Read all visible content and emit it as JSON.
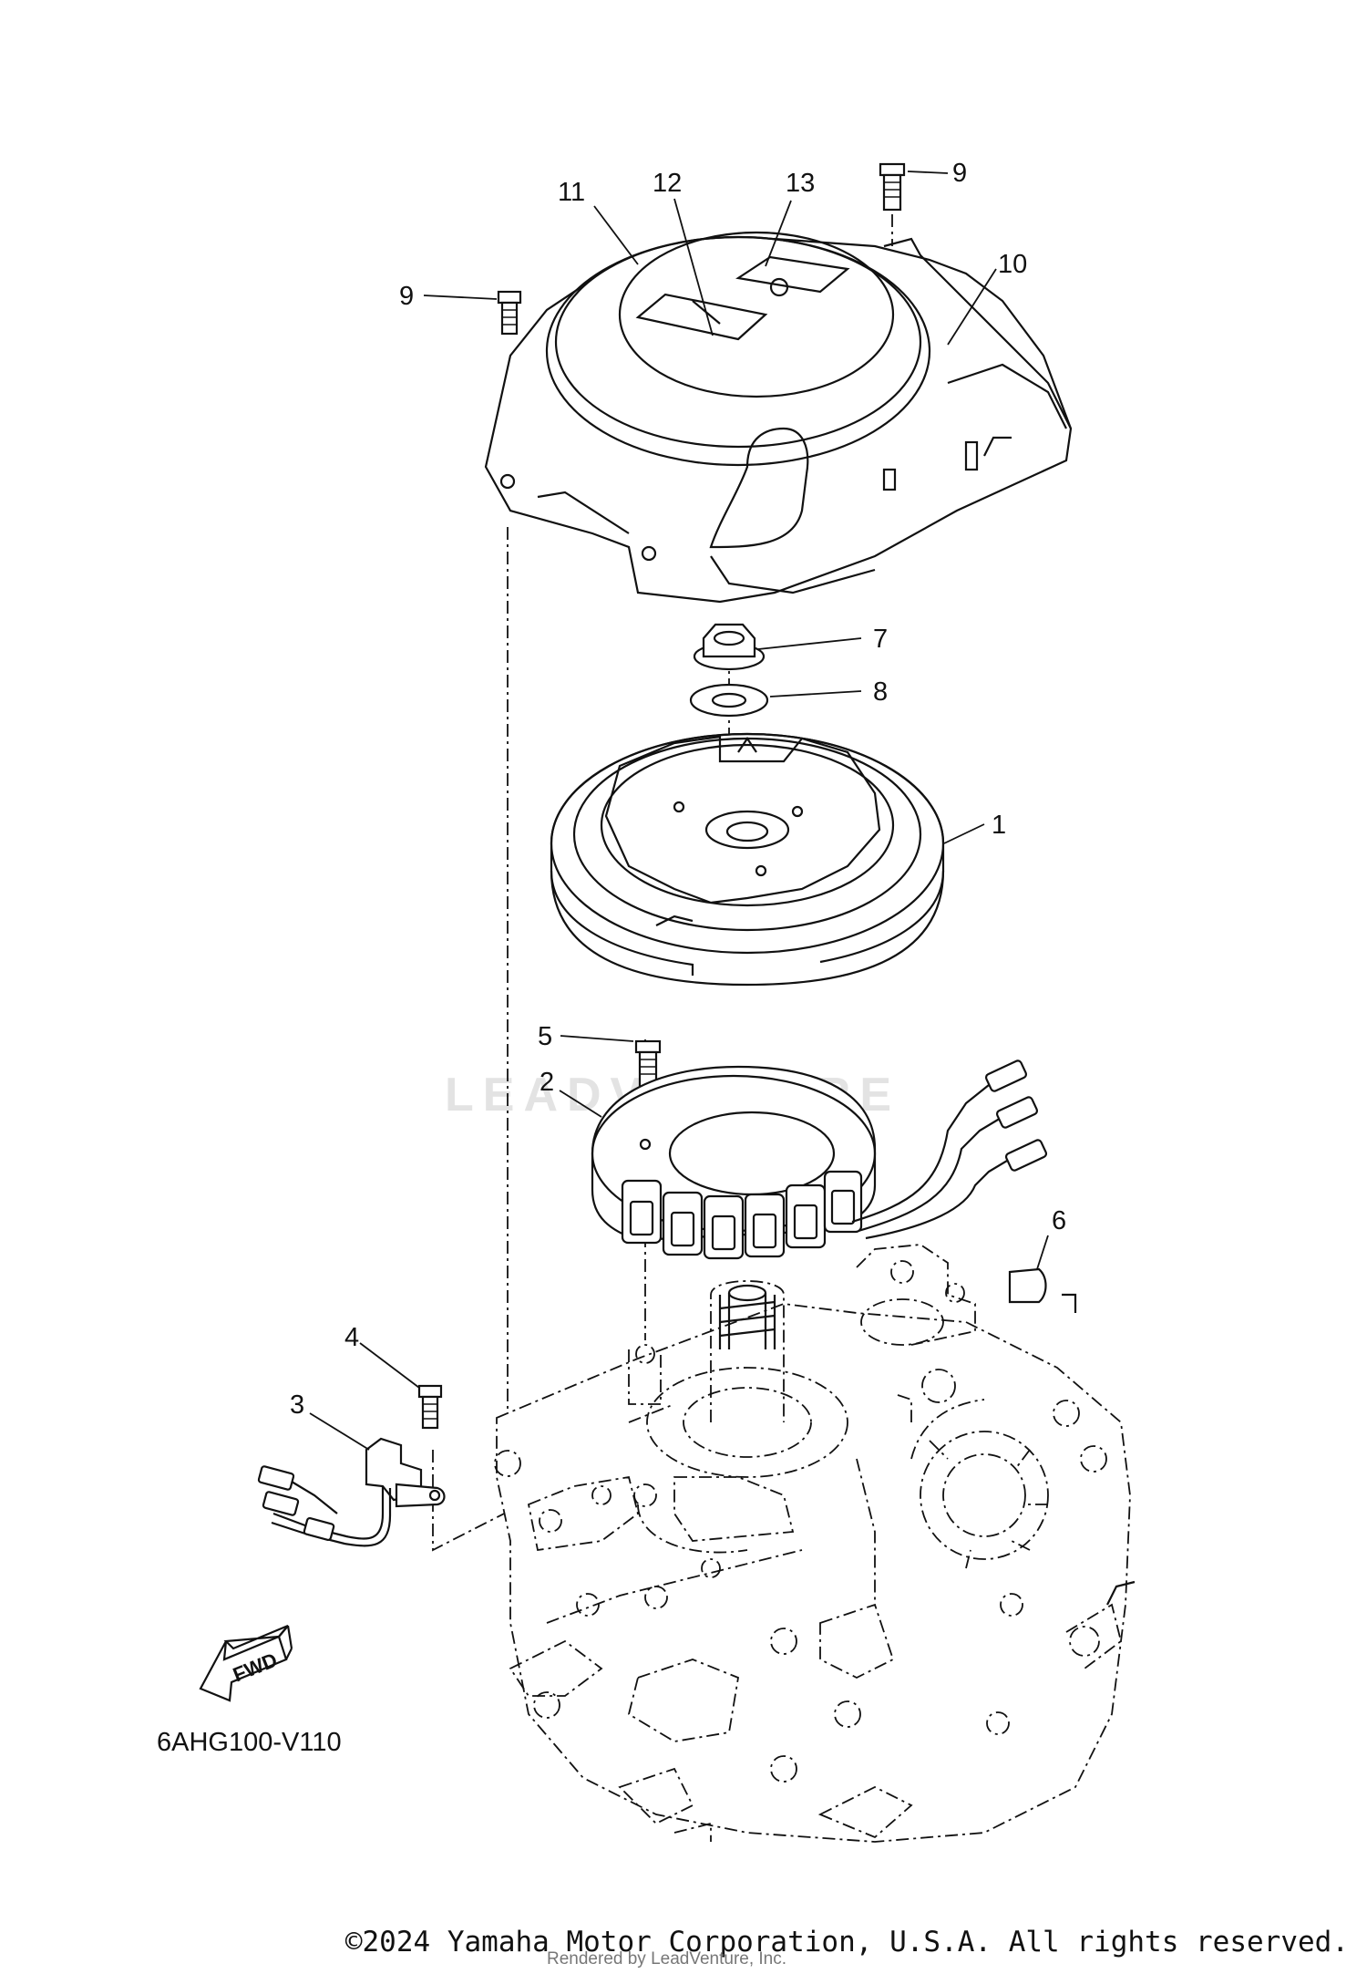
{
  "diagram": {
    "callouts": [
      "1",
      "2",
      "3",
      "4",
      "5",
      "6",
      "7",
      "8",
      "9",
      "9",
      "10",
      "11",
      "12",
      "13"
    ],
    "diagram_code": "6AHG100-V110",
    "fwd_label": "FWD",
    "watermark": "LEADVENTURE"
  },
  "footer": {
    "copyright": "©2024 Yamaha Motor Corporation, U.S.A. All rights reserved.",
    "rendered_by": "Rendered by LeadVenture, Inc."
  }
}
